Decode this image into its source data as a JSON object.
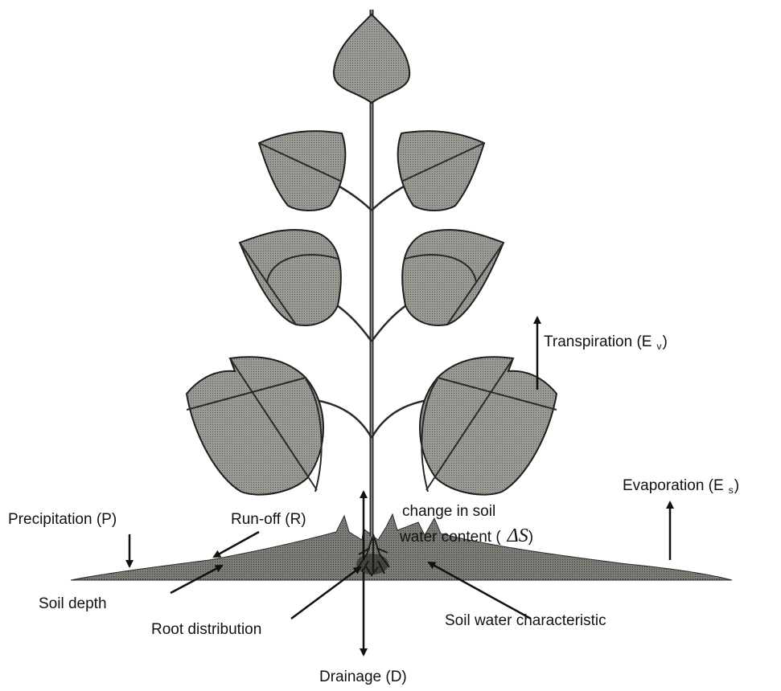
{
  "title": "",
  "colors": {
    "leaf_fill": "#8a8a85",
    "soil_fill": "#6e6e69",
    "outline": "#1e1e1e",
    "background": "#ffffff"
  },
  "labels": {
    "transpiration_prefix": "Transpiration (E",
    "transpiration_sub": "v",
    "transpiration_suffix": ")",
    "evaporation_prefix": "Evaporation (E",
    "evaporation_sub": "s",
    "evaporation_suffix": ")",
    "precipitation": "Precipitation (P)",
    "runoff": "Run-off (R)",
    "soil_water_line1": "change in soil",
    "soil_water_line2": "water content (",
    "soil_water_symbol": "ΔS",
    "soil_water_close": ")",
    "soil_depth": "Soil depth",
    "root_distribution": "Root distribution",
    "soil_water_characteristic": "Soil water characteristic",
    "drainage": "Drainage (D)"
  }
}
